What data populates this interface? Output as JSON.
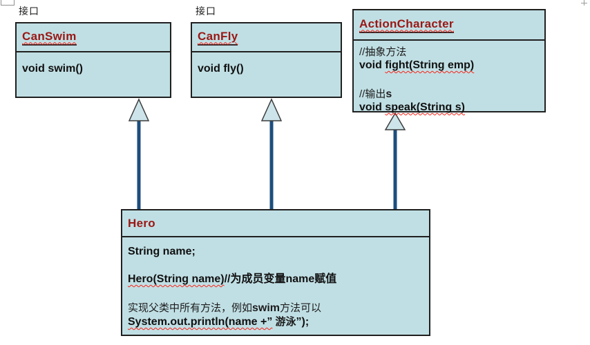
{
  "colors": {
    "box_fill": "#c0dfe4",
    "box_border": "#1f1f1f",
    "title_red": "#9a1714",
    "text_dark": "#101010",
    "squiggle": "#ff1f14",
    "arrow_line": "#1c4e7d",
    "arrowhead_fill": "#cde5ea",
    "arrowhead_stroke": "#3d3d3d",
    "title_underline": "#3a2727"
  },
  "labels": {
    "interface_left": "接口",
    "interface_mid": "接口"
  },
  "canswim": {
    "title": "CanSwim",
    "method": "void swim()"
  },
  "canfly": {
    "title": "CanFly",
    "method": "void fly()"
  },
  "action": {
    "title": "ActionCharacter",
    "comment1": "//抽象方法",
    "m1_kw": "void ",
    "m1_sig": "fight(String emp)",
    "comment2_cn": "//输出",
    "comment2_var": "s",
    "m2_kw": "void ",
    "m2_sig": "speak(String s)"
  },
  "hero": {
    "title": "Hero",
    "field": "String name;",
    "ctor_sig": "Hero(String name)",
    "ctor_comment": "//为成员变量name赋值",
    "note1_pre": "实现父类中所有方法，例如",
    "note1_kw": "swim",
    "note1_post": "方法可以",
    "note2_sq": "System.out.println(name +”",
    "note2_cn": " 游泳",
    "note2_end": "”);"
  }
}
